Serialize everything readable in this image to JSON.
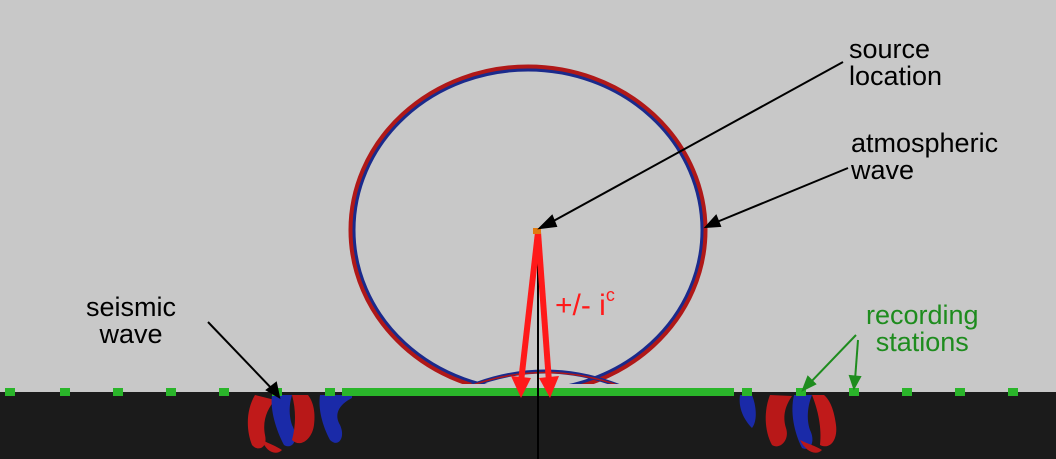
{
  "labels": {
    "source_location": [
      "source",
      "location"
    ],
    "atmospheric_wave": [
      "atmospheric",
      "wave"
    ],
    "seismic_wave": [
      "seismic",
      "wave"
    ],
    "recording_stations": [
      "recording",
      "stations"
    ],
    "incidence_angle": "+/- i",
    "incidence_superscript": "c"
  },
  "colors": {
    "atmosphere": "#c8c8c8",
    "ground": "#1b1b1b",
    "wave_blue": "#1a2a8c",
    "wave_red": "#b01818",
    "station_green": "#2ab52a",
    "label_green": "#1e8c1e",
    "arrow_red": "#ff1a1a",
    "source_orange": "#e07a10"
  }
}
